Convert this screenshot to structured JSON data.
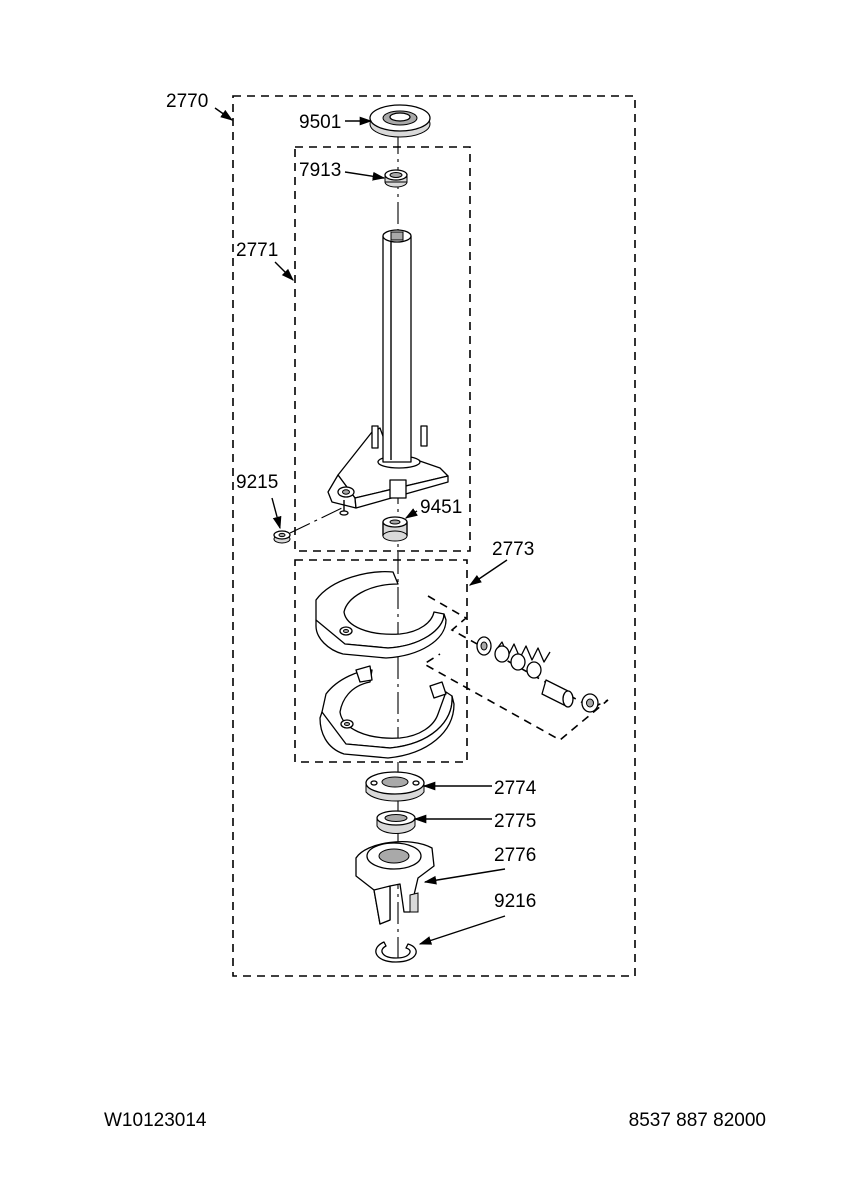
{
  "labels": {
    "p2770": "2770",
    "p9501": "9501",
    "p7913": "7913",
    "p2771": "2771",
    "p9215": "9215",
    "p9451": "9451",
    "p2773": "2773",
    "p2774": "2774",
    "p2775": "2775",
    "p2776": "2776",
    "p9216": "9216"
  },
  "footer": {
    "left": "W10123014",
    "right": "8537 887 82000"
  }
}
